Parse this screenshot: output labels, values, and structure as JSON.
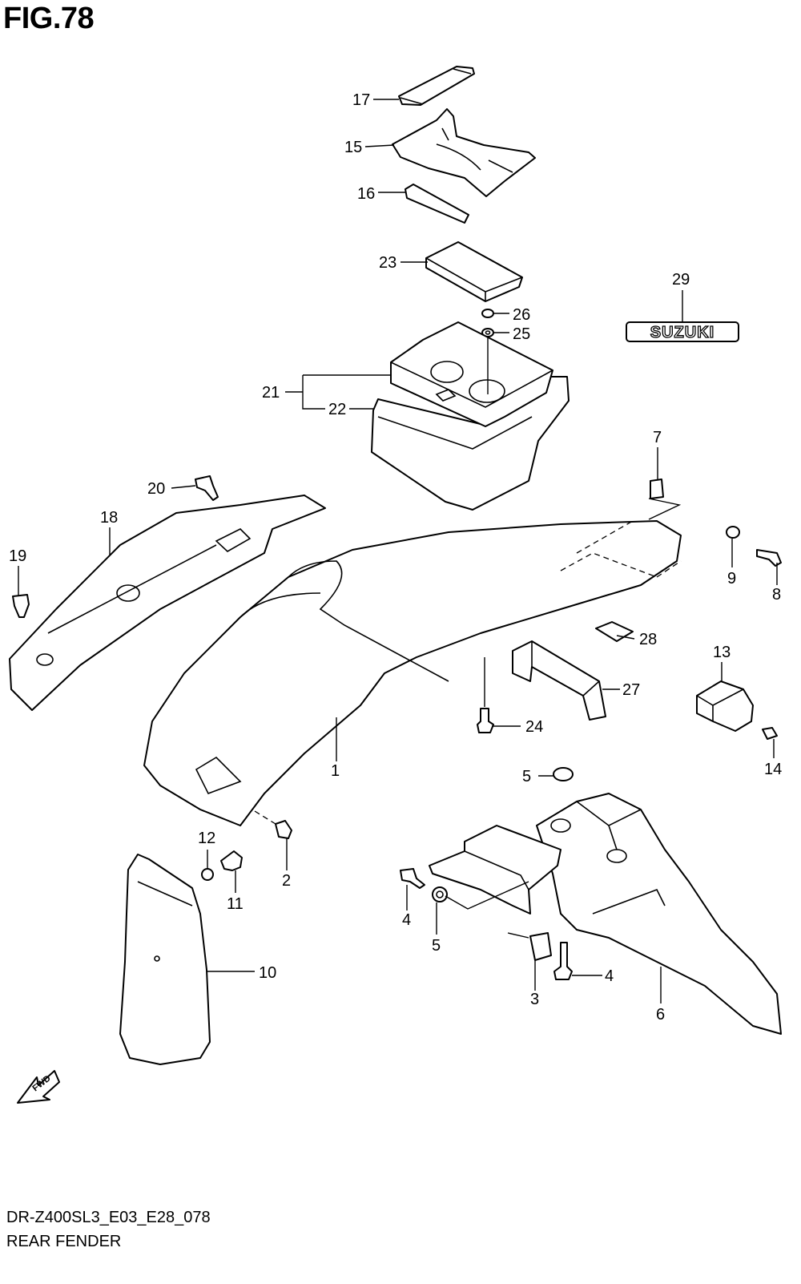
{
  "figure": {
    "title": "FIG.78"
  },
  "footer": {
    "model_code": "DR-Z400SL3_E03_E28_078",
    "section_name": "REAR FENDER"
  },
  "callouts": {
    "c1": "1",
    "c2": "2",
    "c3": "3",
    "c4a": "4",
    "c4b": "4",
    "c5a": "5",
    "c5b": "5",
    "c6": "6",
    "c7": "7",
    "c8": "8",
    "c9": "9",
    "c10": "10",
    "c11": "11",
    "c12": "12",
    "c13": "13",
    "c14": "14",
    "c15": "15",
    "c16": "16",
    "c17": "17",
    "c18": "18",
    "c19": "19",
    "c20": "20",
    "c21": "21",
    "c22": "22",
    "c23": "23",
    "c24": "24",
    "c25": "25",
    "c26": "26",
    "c27": "27",
    "c28": "28",
    "c29": "29"
  },
  "emblem": {
    "text": "SUZUKI"
  },
  "direction": {
    "text": "FWD",
    "icon": "fwd-arrow-icon"
  }
}
